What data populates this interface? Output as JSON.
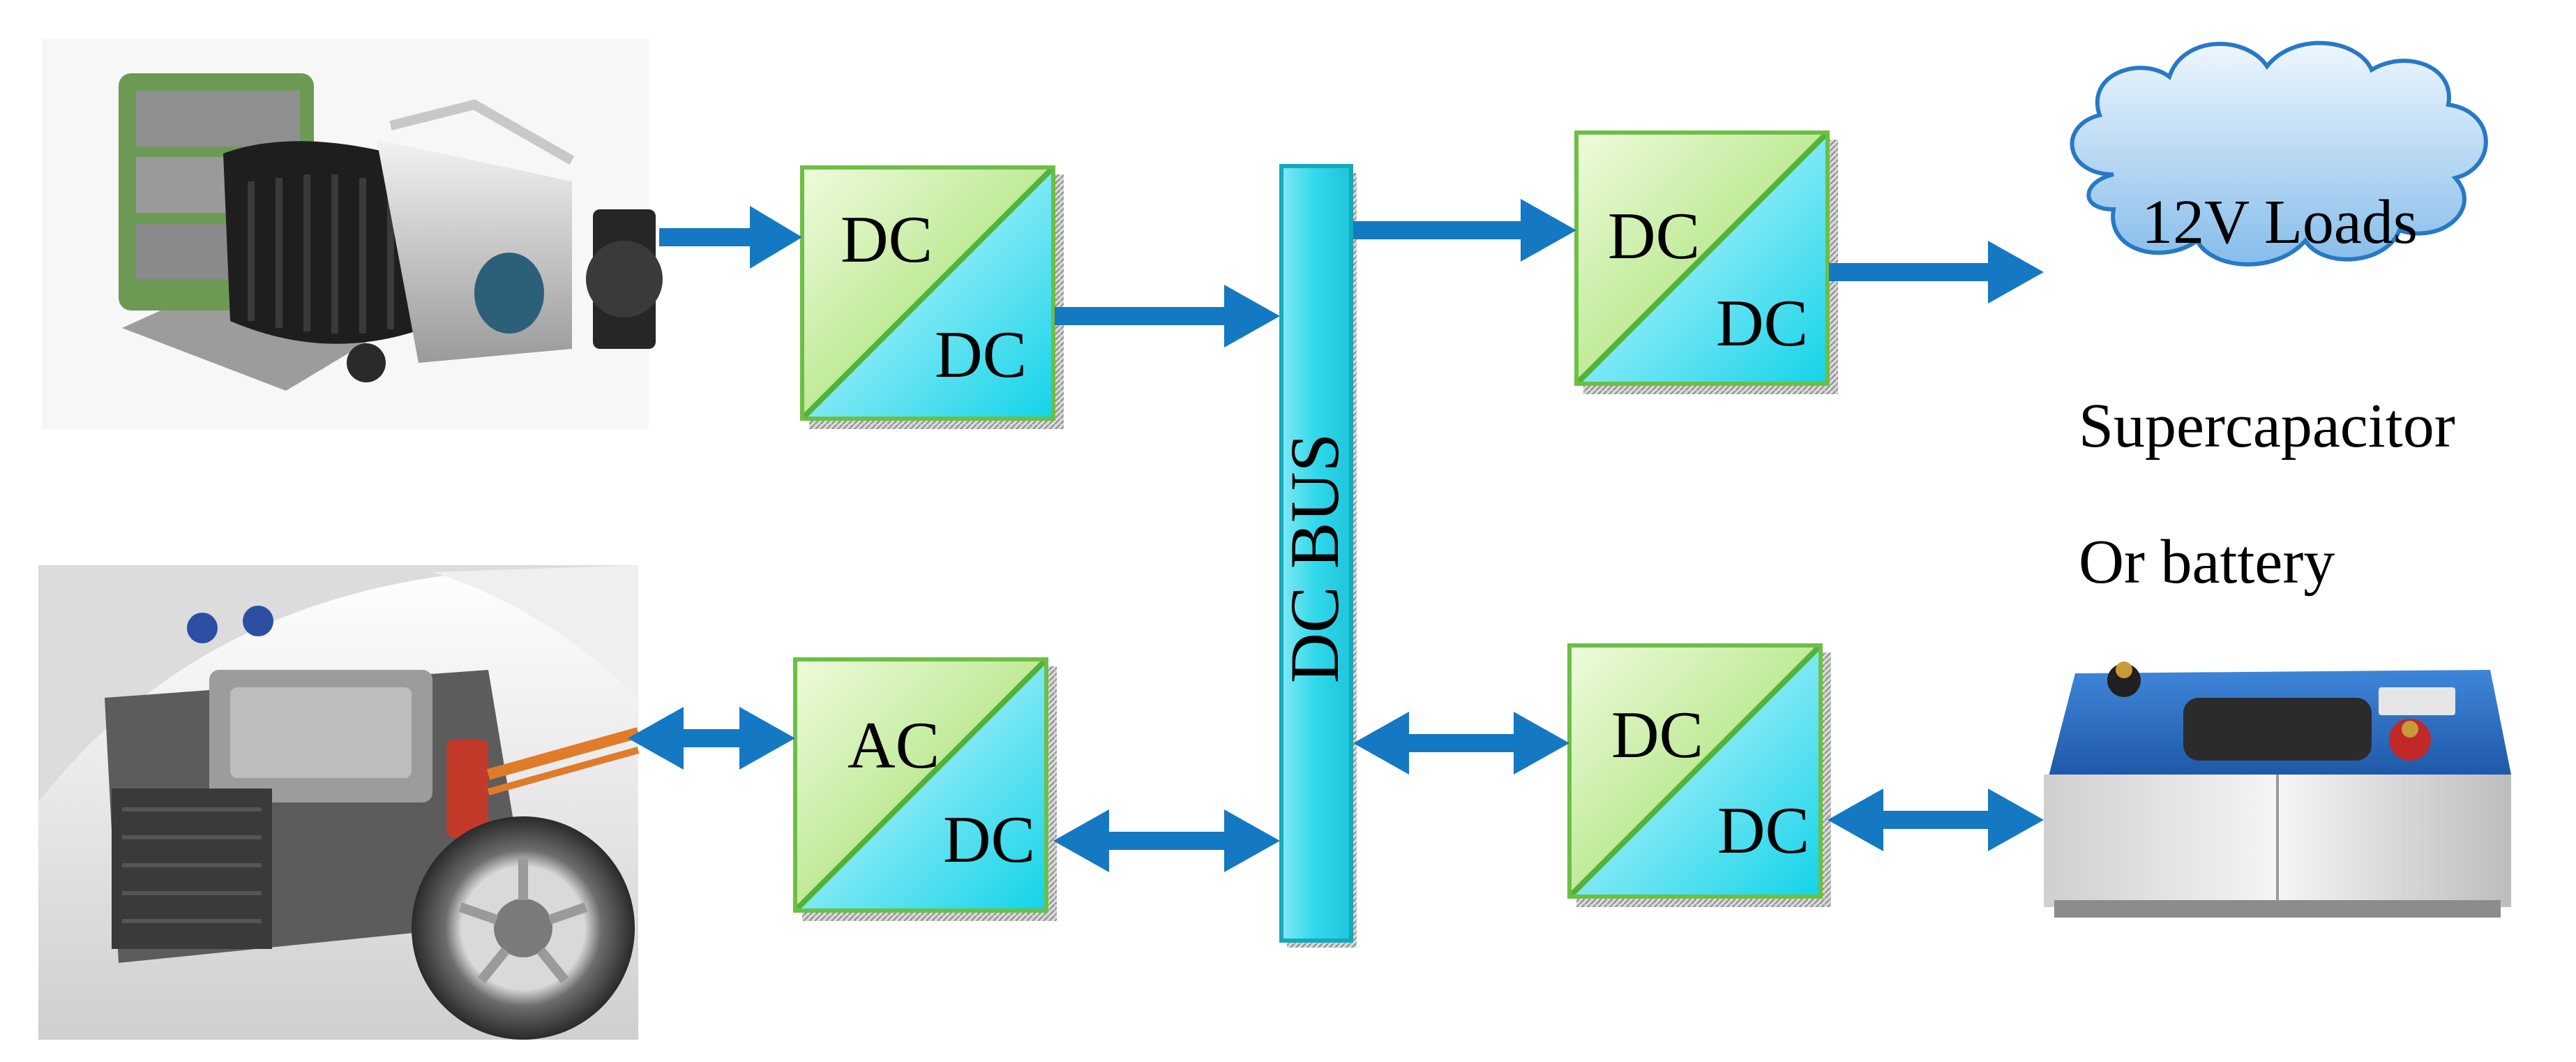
{
  "converters": {
    "fuel_cell": {
      "top": "DC",
      "bottom": "DC"
    },
    "load": {
      "top": "DC",
      "bottom": "DC"
    },
    "motor": {
      "top": "AC",
      "bottom": "DC"
    },
    "storage": {
      "top": "DC",
      "bottom": "DC"
    }
  },
  "bus": {
    "label": "DC BUS"
  },
  "loads": {
    "label": "12V Loads"
  },
  "storage": {
    "label_line1": "Supercapacitor",
    "label_line2": "Or battery"
  },
  "colors": {
    "green_light": "#e6f9cc",
    "green_dark": "#9cdc5c",
    "cyan_light": "#dcfafd",
    "cyan_dark": "#1ed7ea",
    "diag_line": "#52b23a",
    "box_border_green": "#6cbf45",
    "box_border_cyan": "#28c9dc",
    "arrow": "#1479c2",
    "bus_fill": "#29d6e8",
    "bus_border": "#16a8bd",
    "cloud_light": "#e9f3fd",
    "cloud_dark": "#8ec2ec",
    "cloud_border": "#2779c6"
  }
}
